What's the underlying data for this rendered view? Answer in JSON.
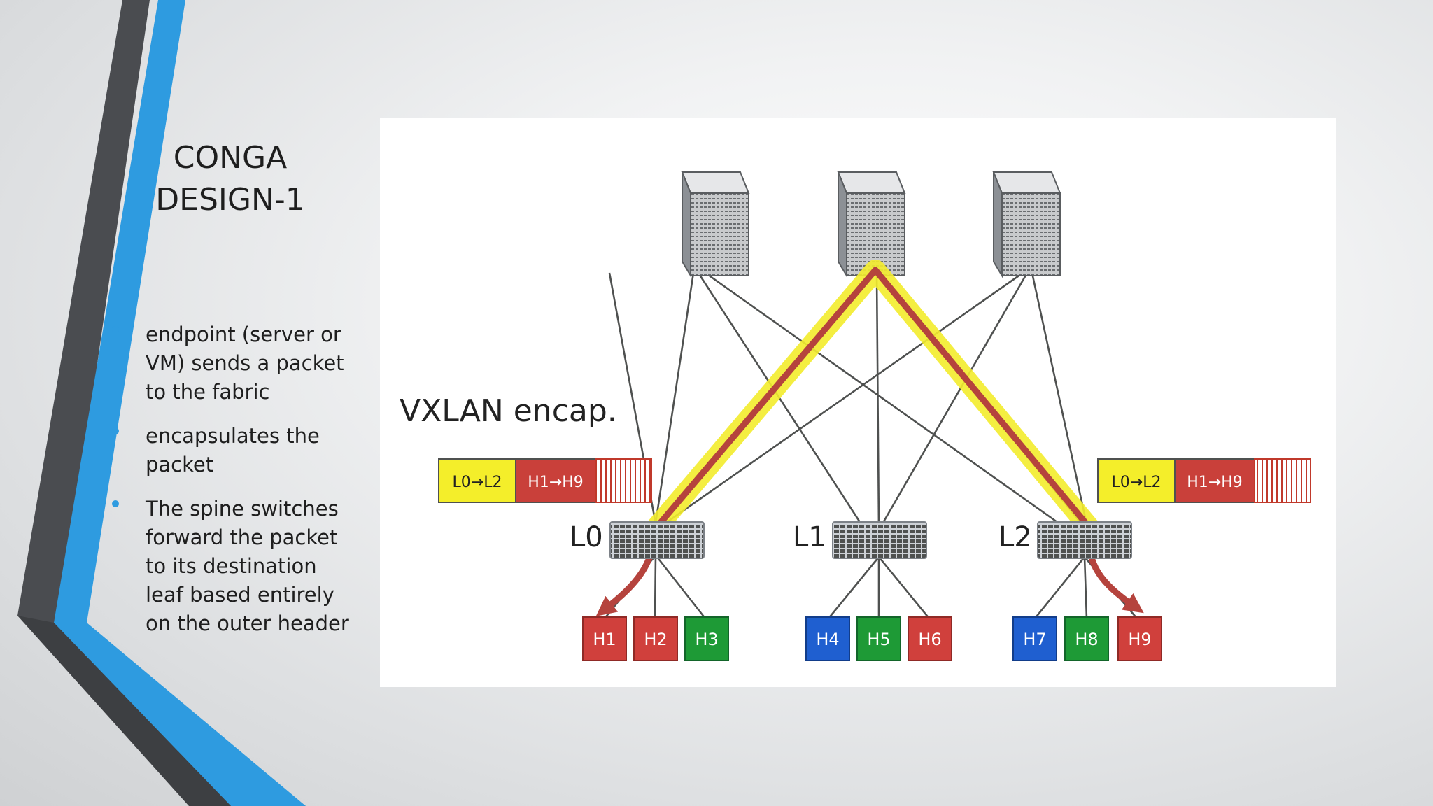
{
  "slide": {
    "title_lines": [
      "CONGA",
      "DESIGN-1"
    ],
    "bullets": [
      "endpoint (server or VM) sends a packet to the fabric",
      "encapsulates the packet",
      "The spine switches forward the packet to its destination leaf based entirely on the outer header"
    ]
  },
  "diagram": {
    "encap_label": "VXLAN encap.",
    "leaves": [
      "L0",
      "L1",
      "L2"
    ],
    "hosts": [
      "H1",
      "H2",
      "H3",
      "H4",
      "H5",
      "H6",
      "H7",
      "H8",
      "H9"
    ],
    "header_left": {
      "outer": "L0→L2",
      "inner": "H1→H9"
    },
    "header_right": {
      "outer": "L0→L2",
      "inner": "H1→H9"
    }
  },
  "colors": {
    "accent_blue": "#2e9be0",
    "dark_stripe": "#4a4c50",
    "host_red": "#d0403c",
    "host_green": "#1e9a36",
    "host_blue": "#1f5fd0",
    "path_red": "#b5433d",
    "path_glow": "#f3ec2c",
    "header_yellow": "#f4ee2a"
  }
}
